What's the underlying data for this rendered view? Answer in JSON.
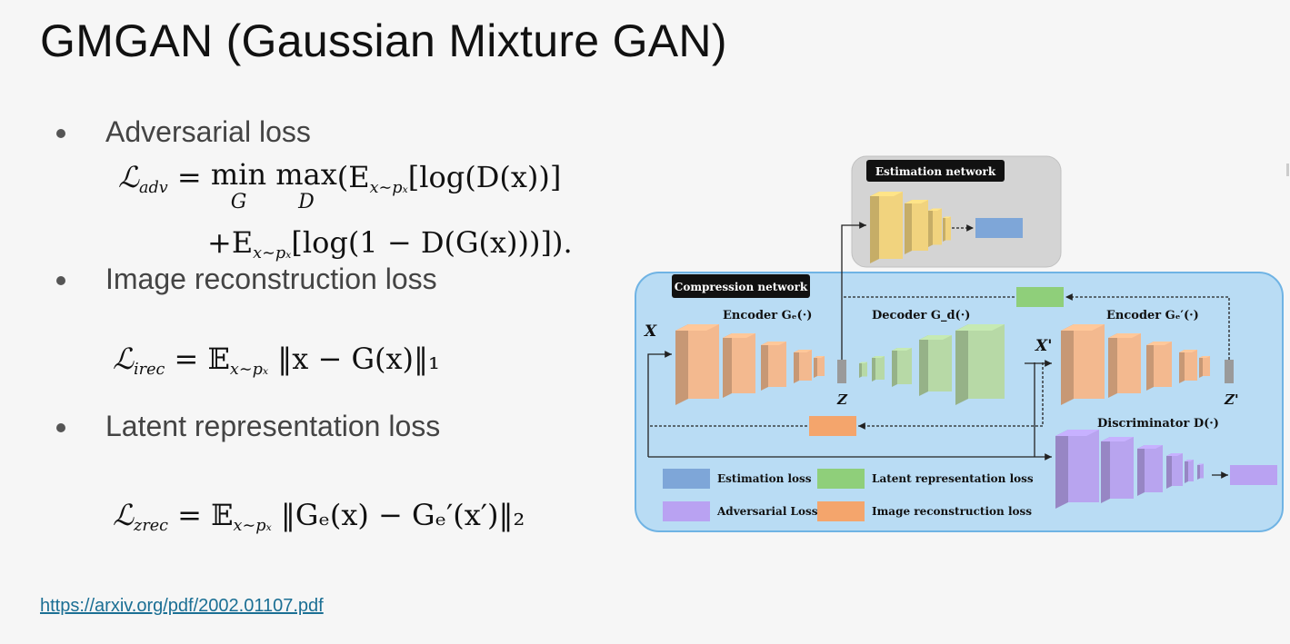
{
  "slide": {
    "title": "GMGAN (Gaussian Mixture GAN)",
    "link": "https://arxiv.org/pdf/2002.01107.pdf"
  },
  "bullets": [
    {
      "label": "Adversarial loss"
    },
    {
      "label": "Image reconstruction loss"
    },
    {
      "label": "Latent representation loss"
    }
  ],
  "equations": {
    "adv_lhs": "ℒ",
    "adv_lhs_sub": "adv",
    "adv_min": "min",
    "adv_min_under": "G",
    "adv_max": "max",
    "adv_max_under": "D",
    "adv_line1_rest": "(E",
    "adv_line1_sub": "x∼pₓ",
    "adv_line1_tail": "[log(D(x))]",
    "adv_line2_head": "+E",
    "adv_line2_sub": "x∼pₓ",
    "adv_line2_tail": "[log(1 − D(G(x)))]).",
    "irec_lhs": "ℒ",
    "irec_lhs_sub": "irec",
    "irec_rhs_head": "= 𝔼",
    "irec_rhs_sub": "x∼pₓ",
    "irec_rhs_tail": "‖x − G(x)‖₁",
    "zrec_lhs": "ℒ",
    "zrec_lhs_sub": "zrec",
    "zrec_rhs_head": "= 𝔼",
    "zrec_rhs_sub": "x∼pₓ",
    "zrec_rhs_tail": "‖Gₑ(x) − Gₑ′(x′)‖₂"
  },
  "diagram": {
    "estimation_label": "Estimation network",
    "compression_label": "Compression network",
    "encoder1_label": "Encoder Gₑ(·)",
    "decoder_label": "Decoder G_d(·)",
    "encoder2_label": "Encoder Gₑ′(·)",
    "discriminator_label": "Discriminator D(·)",
    "x_label": "X",
    "xprime_label": "X'",
    "z_label": "Z",
    "zprime_label": "Z'",
    "legend": [
      {
        "label": "Estimation loss",
        "color": "#7ea6d8"
      },
      {
        "label": "Latent representation loss",
        "color": "#8fcf7a"
      },
      {
        "label": "Adversarial Loss",
        "color": "#b9a2f2"
      },
      {
        "label": "Image reconstruction loss",
        "color": "#f4a56c"
      }
    ],
    "colors": {
      "panel_bg": "#b9dcf4",
      "panel_border": "#6fb3e4",
      "estimation_bg": "#d4d4d4",
      "encoder": "#f3b98f",
      "decoder": "#b7d9a6",
      "estimation_net": "#f1d37e",
      "discriminator": "#b8a4ef",
      "latent": "#9a9a9a"
    }
  }
}
